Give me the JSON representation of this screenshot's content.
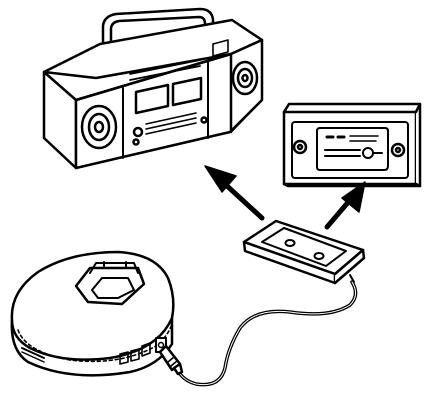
{
  "diagram": {
    "components": {
      "boombox": {
        "icon": "boombox-icon"
      },
      "car_stereo": {
        "icon": "car-stereo-icon"
      },
      "cassette_adapter": {
        "icon": "cassette-adapter-icon"
      },
      "cd_player": {
        "icon": "portable-cd-player-icon"
      },
      "cable": {
        "icon": "audio-cable-icon"
      }
    },
    "arrows": [
      {
        "from": "cassette_adapter",
        "to": "boombox"
      },
      {
        "from": "cassette_adapter",
        "to": "car_stereo"
      }
    ],
    "colors": {
      "line": "#000000",
      "fill": "#ffffff"
    }
  }
}
